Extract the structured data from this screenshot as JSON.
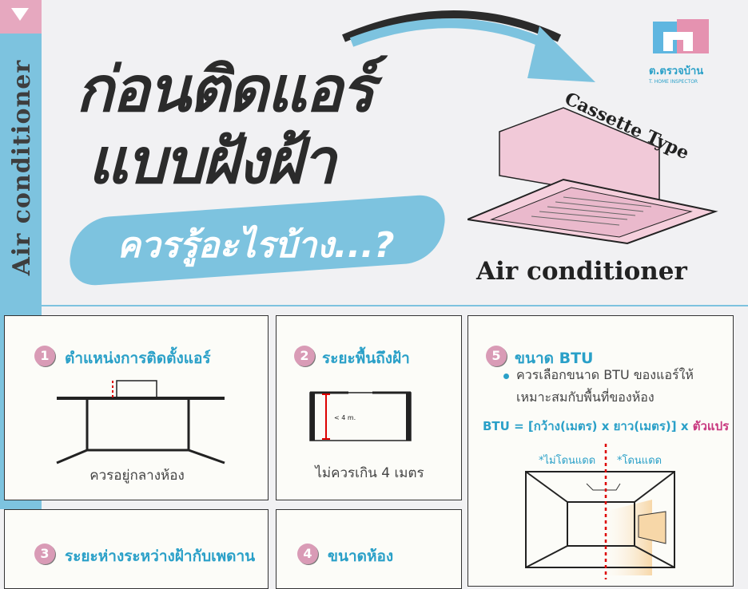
{
  "side": {
    "label": "Air conditioner"
  },
  "header": {
    "title_line1": "ก่อนติดแอร์",
    "title_line2": "แบบฝังฝ้า",
    "subtitle": "ควรรู้อะไรบ้าง...?",
    "product_type": "Cassette Type",
    "product_label": "Air conditioner"
  },
  "logo": {
    "name_th": "ต.ตรวจบ้าน",
    "name_en": "T. HOME INSPECTOR"
  },
  "cards": [
    {
      "num": "1",
      "title": "ตำแหน่งการติดตั้งแอร์",
      "caption": "ควรอยู่กลางห้อง"
    },
    {
      "num": "2",
      "title": "ระยะพื้นถึงฝ้า",
      "caption": "ไม่ควรเกิน 4 เมตร",
      "dim_label": "< 4 m."
    },
    {
      "num": "3",
      "title": "ระยะห่างระหว่างฝ้ากับเพดาน"
    },
    {
      "num": "4",
      "title": "ขนาดห้อง"
    },
    {
      "num": "5",
      "title": "ขนาด BTU",
      "bullet": "ควรเลือกขนาด BTU ของแอร์ให้",
      "bullet2": "เหมาะสมกับพื้นที่ของห้อง",
      "formula": "BTU = [กว้าง(เมตร) x ยาว(เมตร)] x ",
      "formula_var": "ตัวแปร",
      "label_shade": "*ไม่โดนแดด",
      "label_sun": "*โดนแดด"
    }
  ],
  "colors": {
    "blue": "#7dc3df",
    "pink": "#e6a8bf",
    "accent_text": "#2aa0c8",
    "magenta": "#c8387f"
  }
}
